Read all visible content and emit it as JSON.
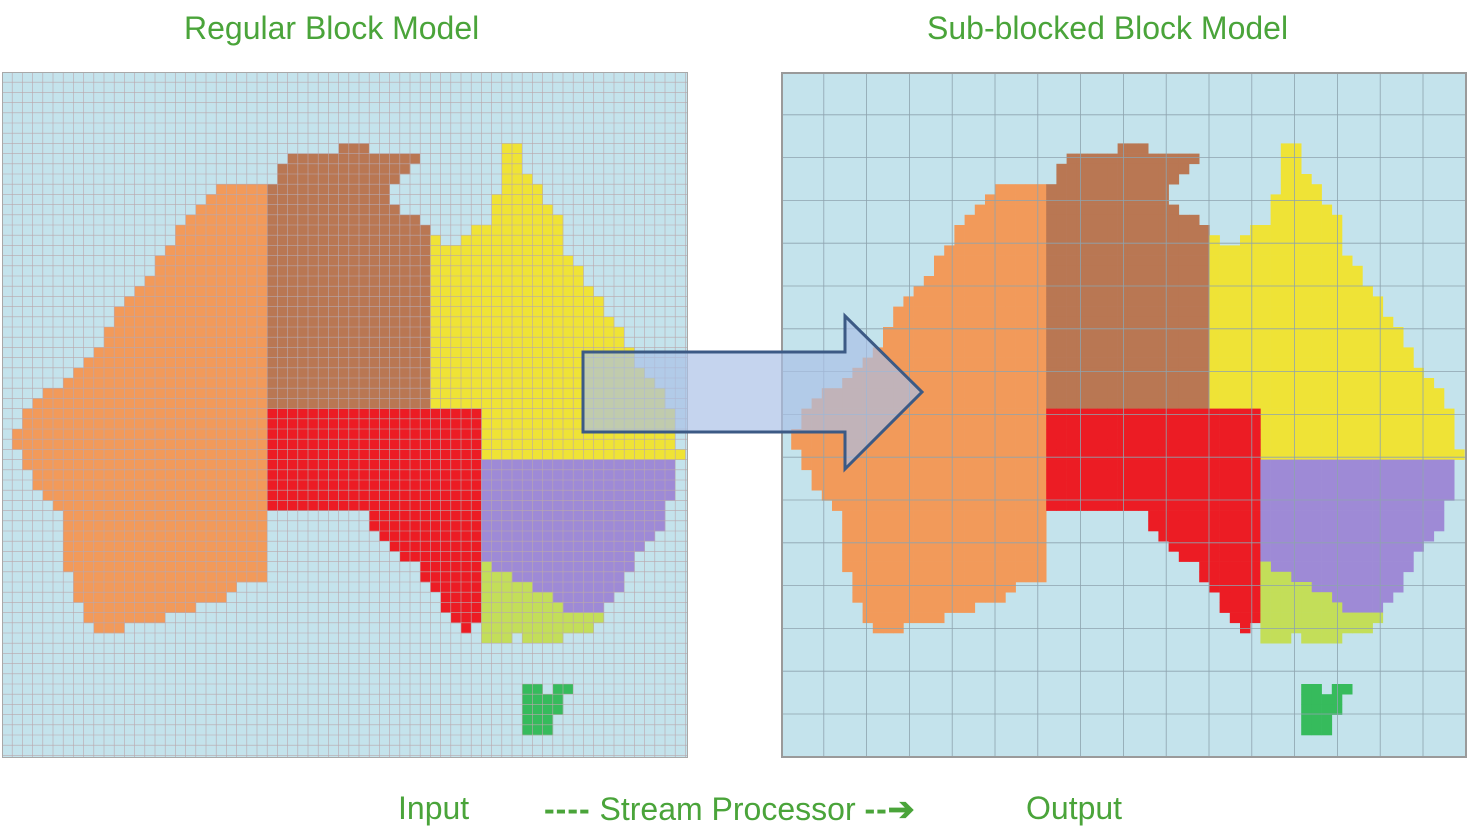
{
  "titles": {
    "left": "Regular Block Model",
    "right": "Sub-blocked Block Model"
  },
  "footer": {
    "input": "Input",
    "process_prefix": "----",
    "process": "Stream Processor",
    "process_suffix": "--➔",
    "output": "Output"
  },
  "colors": {
    "title_text": "#4aa43a",
    "ocean": "#c4e3ec",
    "fine_grid": "#b9a7ad",
    "coarse_grid": "#8ea3ae",
    "wa": "#f29a5a",
    "nt": "#b97753",
    "qld": "#efe336",
    "sa": "#ec1c24",
    "nsw": "#9e8ad6",
    "vic": "#c3de59",
    "tas": "#36bb5c",
    "arrow_fill": "#a9c0e6",
    "arrow_stroke": "#3c5a85"
  }
}
